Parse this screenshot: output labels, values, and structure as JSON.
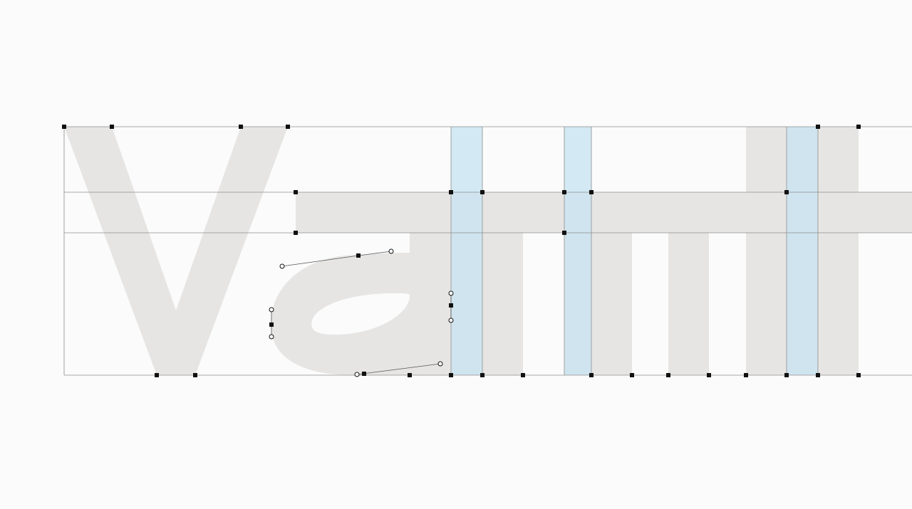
{
  "canvas": {
    "background": "#fbfbfb",
    "glyph_fill": "#e6e5e4",
    "highlight_fill": "#c8e4f1",
    "guide_stroke": "#8d8d8d",
    "point_fill": "#111111"
  },
  "glyphs": [
    {
      "name": "glyph-V",
      "char": "V"
    },
    {
      "name": "glyph-a",
      "char": "a"
    },
    {
      "name": "glyph-m",
      "char": "m"
    },
    {
      "name": "glyph-t",
      "char": "t"
    }
  ],
  "guides": [
    "cap-height",
    "x-height-top",
    "x-height-bottom",
    "baseline"
  ],
  "highlight_bands": 3,
  "point_types": [
    "on-curve-node",
    "off-curve-handle"
  ]
}
